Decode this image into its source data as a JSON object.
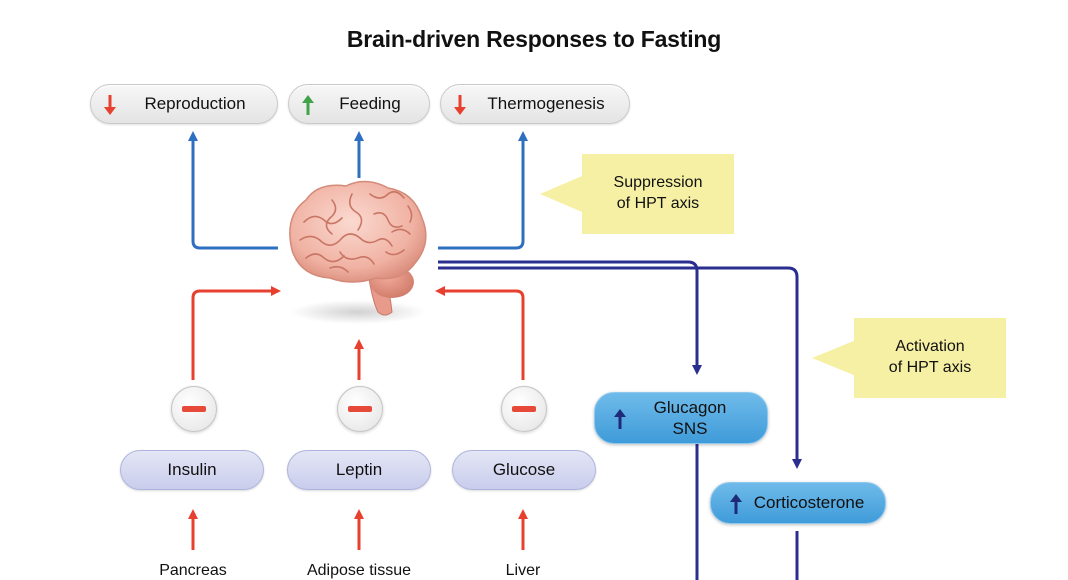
{
  "title": "Brain-driven Responses to Fasting",
  "effects": [
    {
      "label": "Reproduction",
      "direction": "down",
      "arrow_color": "#e8402e"
    },
    {
      "label": "Feeding",
      "direction": "up",
      "arrow_color": "#3fa34a"
    },
    {
      "label": "Thermogenesis",
      "direction": "down",
      "arrow_color": "#e8402e"
    }
  ],
  "callouts": {
    "suppression": "Suppression\nof HPT axis",
    "activation": "Activation\nof HPT axis"
  },
  "signals": [
    {
      "label": "Insulin",
      "source": "Pancreas"
    },
    {
      "label": "Leptin",
      "source": "Adipose tissue"
    },
    {
      "label": "Glucose",
      "source": "Liver"
    }
  ],
  "hormones": {
    "glucagon_line1": "Glucagon",
    "glucagon_line2": "SNS",
    "corticosterone": "Corticosterone"
  },
  "colors": {
    "output_line": "#2f6fc0",
    "input_line": "#e8402e",
    "efferent_line": "#2a2f8f",
    "callout": "#f6f0a4",
    "hormone_pill": "#4aa6df",
    "signal_pill": "#cfd3ee"
  }
}
